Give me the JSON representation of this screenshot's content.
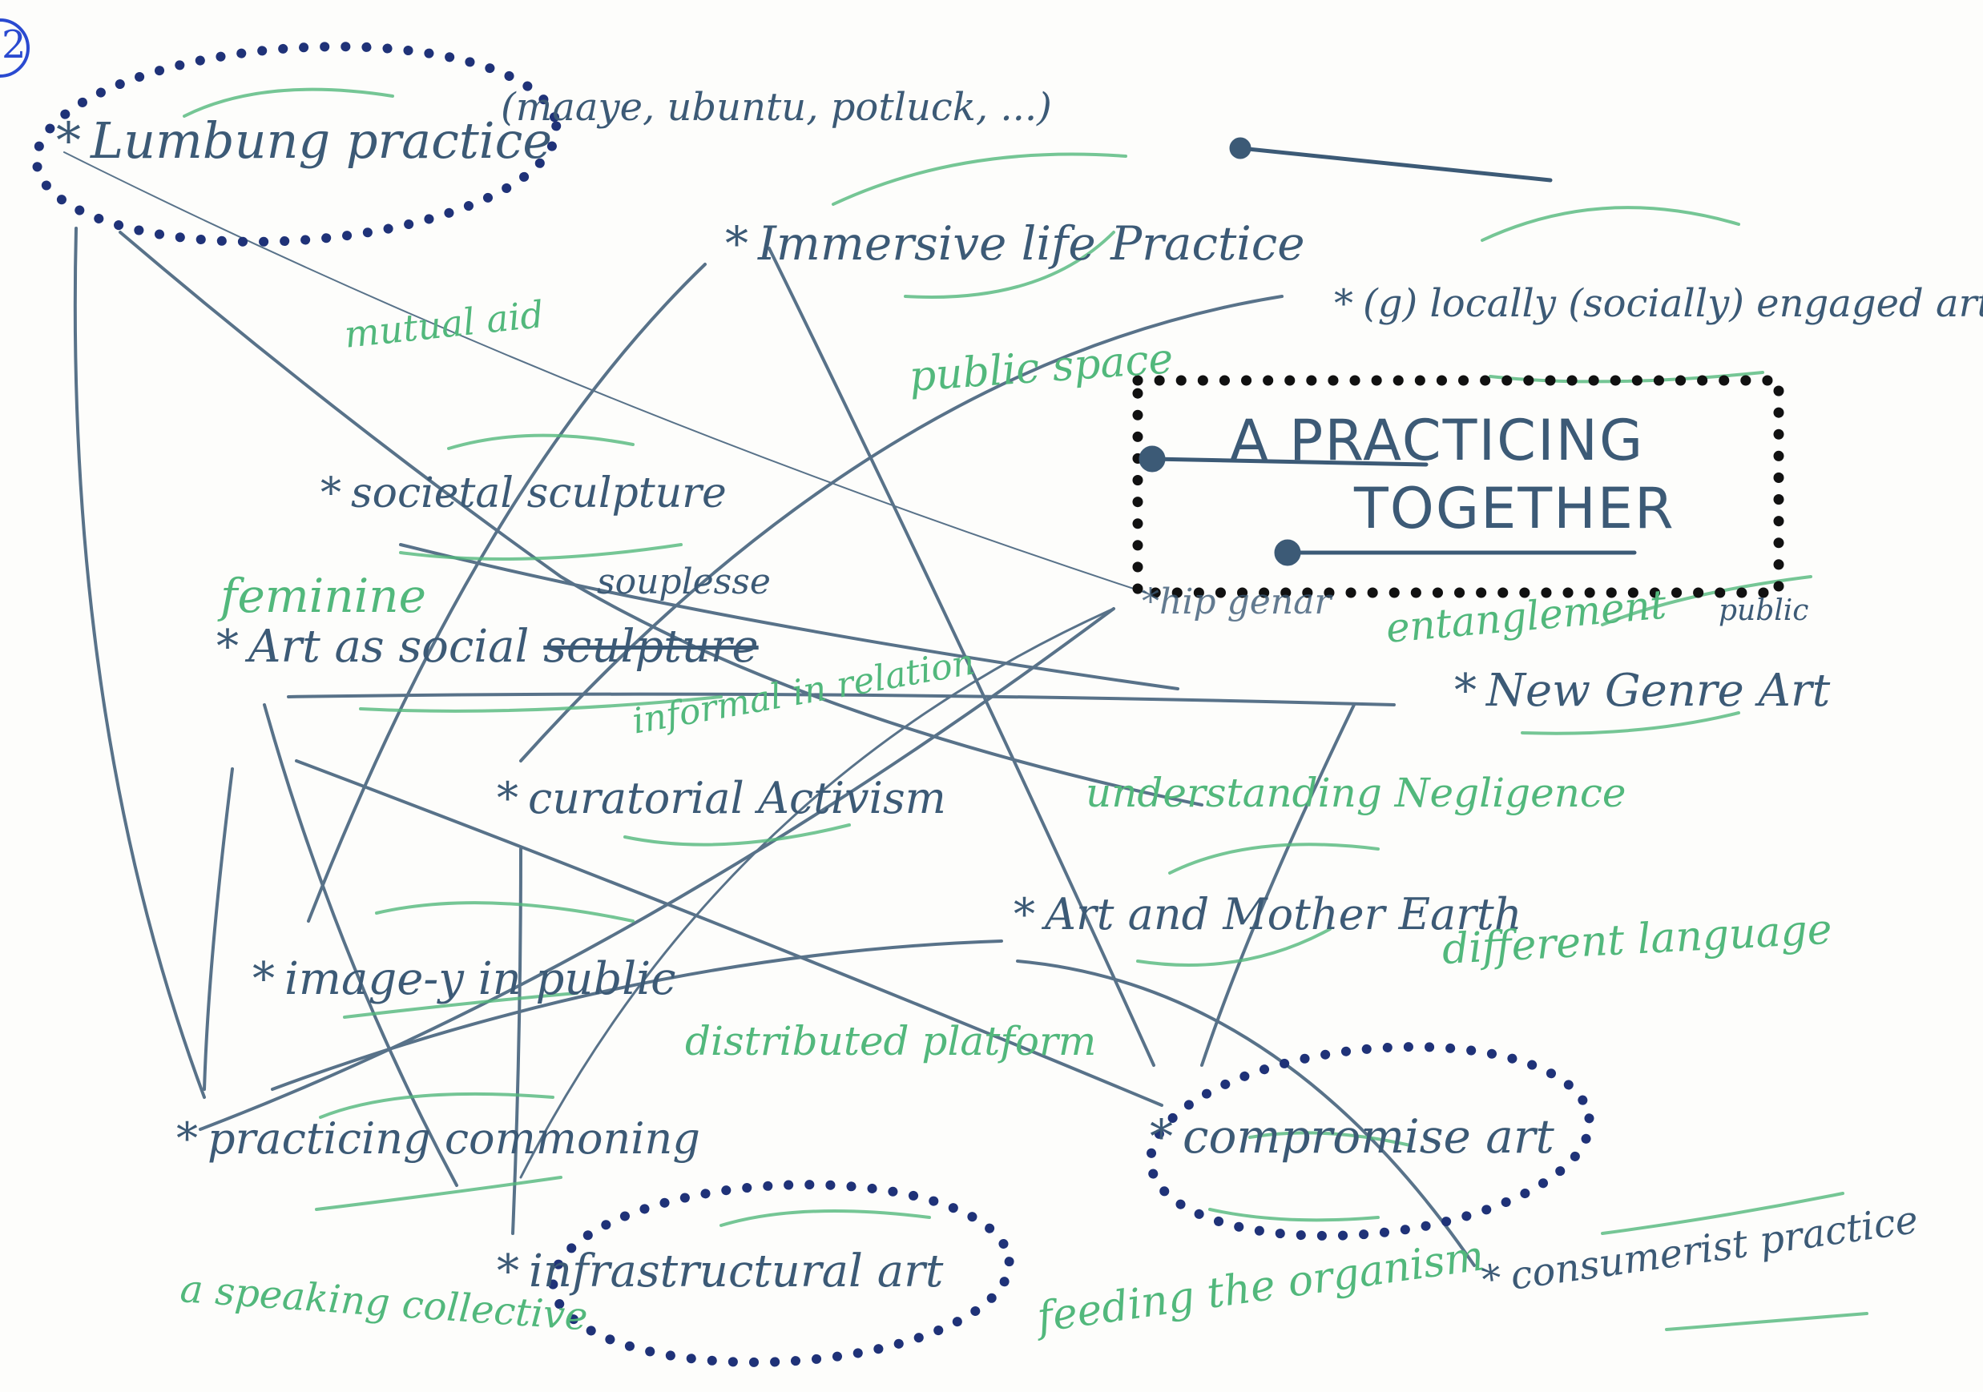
{
  "colors": {
    "ink": "#3c5a76",
    "green": "#52b87c",
    "dots_blue": "#1f3278",
    "dots_black": "#111111",
    "circle_mark": "#2a4ad0"
  },
  "title": {
    "line1": "A PRACTICING",
    "line2": "TOGETHER"
  },
  "corner_mark": "2",
  "terms": {
    "lumbung": "Lumbung practice",
    "lumbung_note": "(maaye, ubuntu, potluck, ...)",
    "immersive": "Immersive life Practice",
    "locally": "(g) locally (socially) engaged art",
    "societal": "societal sculpture",
    "art_social": "Art as social",
    "sculpture_struck": "sculpture",
    "souplesse": "souplesse",
    "new_genre": "New Genre Art",
    "public_insert": "public",
    "curatorial": "curatorial Activism",
    "art_mother": "Art and Mother Earth",
    "image_public": "image-y in public",
    "practicing_commoning": "practicing commoning",
    "compromise": "compromise art",
    "infrastructural": "infrastructural art",
    "consumerist": "consumerist practice",
    "hidden": "*hip genar"
  },
  "green_words": {
    "mutual_aid": "mutual aid",
    "public_space": "public space",
    "feminine": "feminine",
    "entanglement": "entanglement",
    "informal_relation": "informal in relation",
    "understanding": "understanding Negligence",
    "different_language": "different language",
    "distributed": "distributed platform",
    "speaking": "a speaking collective",
    "feeding": "feeding the organism"
  }
}
